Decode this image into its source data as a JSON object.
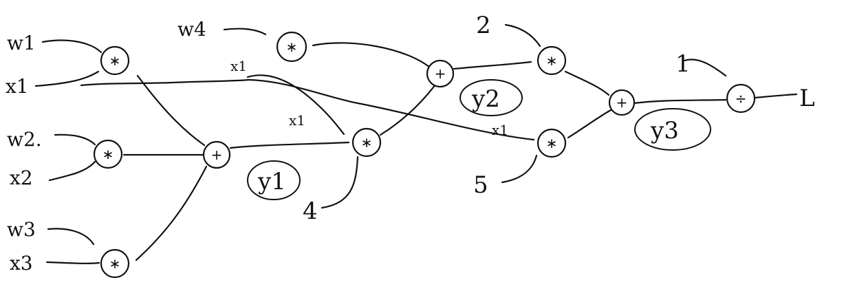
{
  "inputs": {
    "w1": "w1",
    "x1": "x1",
    "w2": "w2.",
    "x2": "x2",
    "w3": "w3",
    "x3": "x3",
    "w4": "w4"
  },
  "edge_labels": {
    "x1_a": "x1",
    "x1_b": "x1",
    "x1_c": "x1"
  },
  "constants": {
    "c4": "4",
    "c2": "2",
    "c5": "5",
    "c1": "1"
  },
  "intermediates": {
    "y1": "y1",
    "y2": "y2",
    "y3": "y3"
  },
  "ops": {
    "mul": "∗",
    "add": "+",
    "div": "÷"
  },
  "output": "L"
}
